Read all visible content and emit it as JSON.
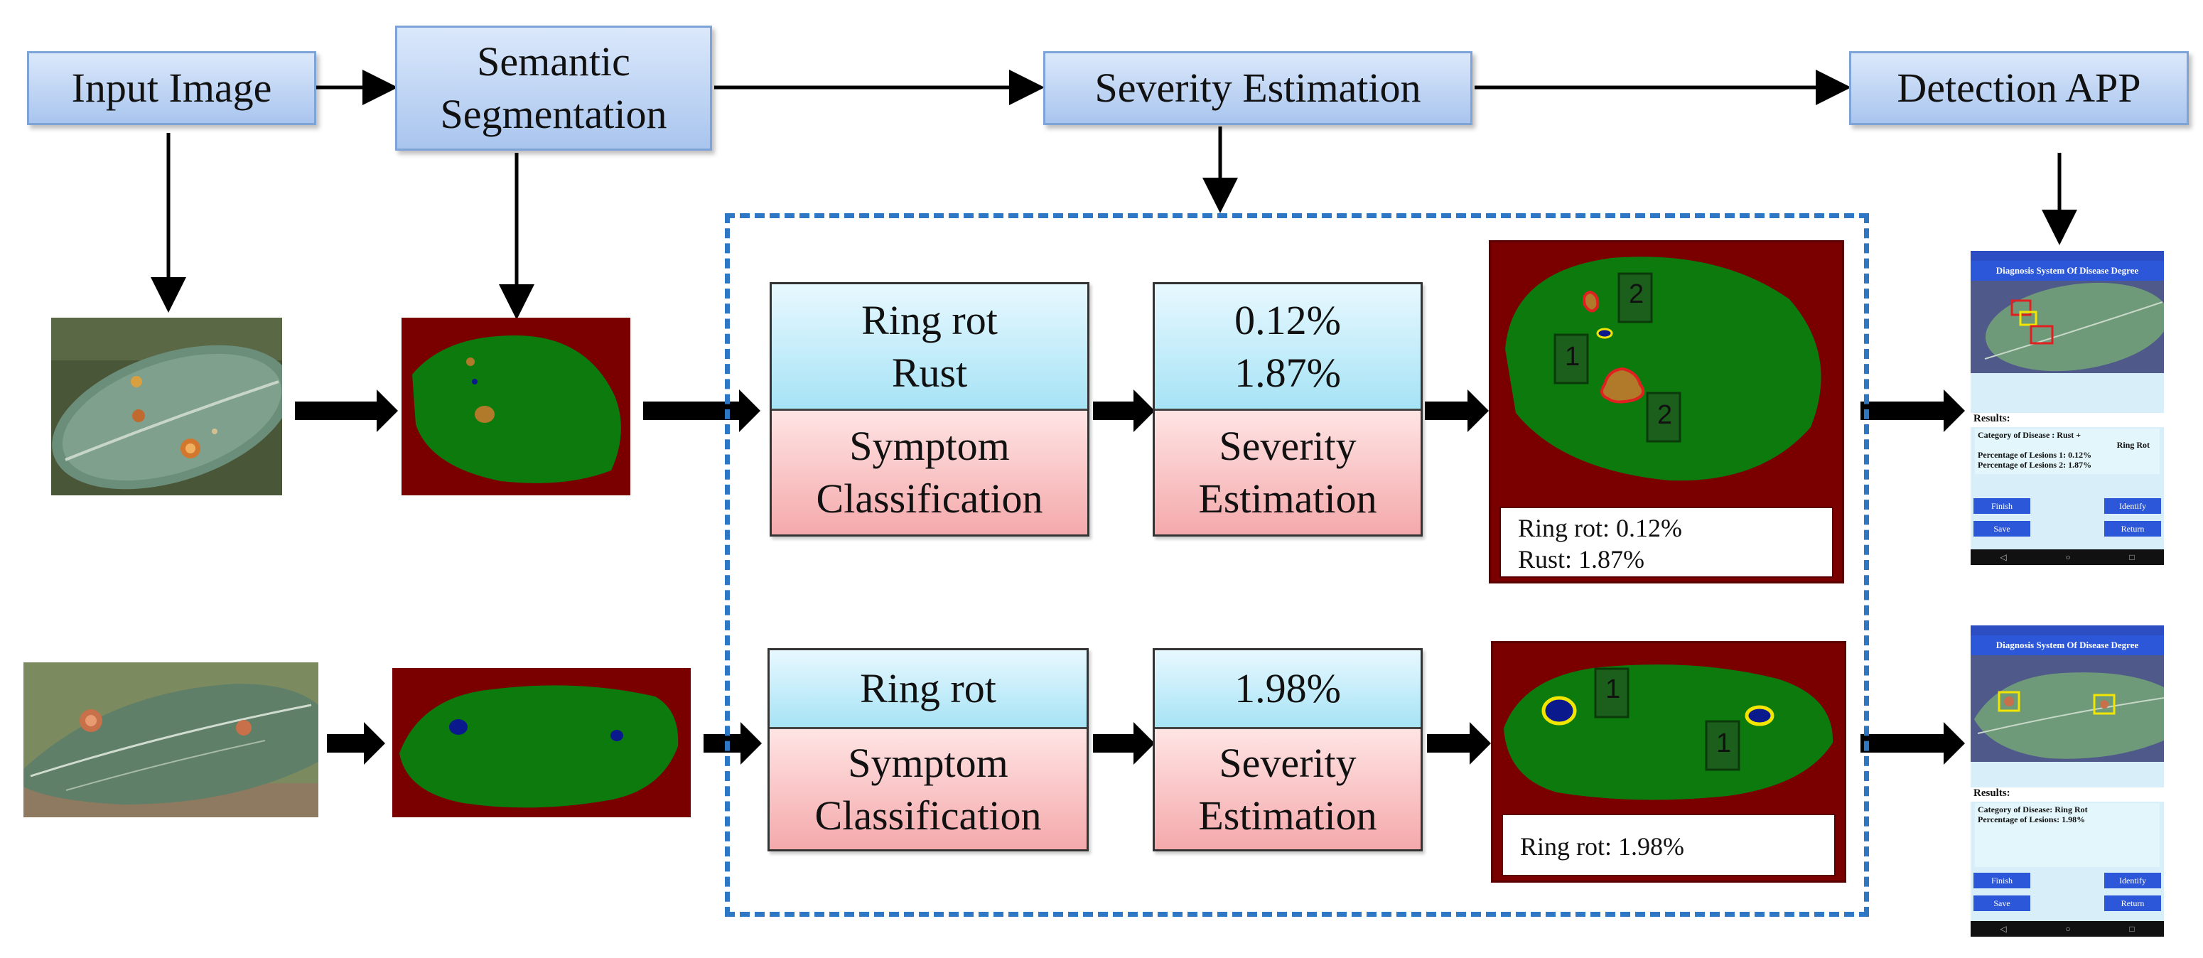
{
  "pipeline": {
    "input_image": "Input Image",
    "semantic_segmentation": [
      "Semantic",
      "Segmentation"
    ],
    "severity_estimation": "Severity Estimation",
    "detection_app": "Detection APP"
  },
  "rows": [
    {
      "symptoms": [
        "Ring rot",
        "Rust"
      ],
      "symptom_label": [
        "Symptom",
        "Classification"
      ],
      "percentages": [
        "0.12%",
        "1.87%"
      ],
      "severity_label": [
        "Severity",
        "Estimation"
      ],
      "result_lines": [
        "Ring rot: 0.12%",
        "Rust: 1.87%"
      ],
      "markers": [
        "2",
        "1",
        "2"
      ],
      "app": {
        "title": "Diagnosis System Of Disease Degree",
        "results_heading": "Results:",
        "results_lines": [
          "Category of Disease : Rust +",
          "Ring Rot",
          "Percentage of Lesions 1: 0.12%",
          "Percentage of Lesions 2: 1.87%"
        ],
        "buttons": [
          "Finish",
          "Identify",
          "Save",
          "Return"
        ]
      }
    },
    {
      "symptoms": [
        "Ring rot"
      ],
      "symptom_label": [
        "Symptom",
        "Classification"
      ],
      "percentages": [
        "1.98%"
      ],
      "severity_label": [
        "Severity",
        "Estimation"
      ],
      "result_lines": [
        "Ring rot: 1.98%"
      ],
      "markers": [
        "1",
        "1"
      ],
      "app": {
        "title": "Diagnosis System Of Disease Degree",
        "results_heading": "Results:",
        "results_lines": [
          "Category of Disease: Ring Rot",
          "Percentage of Lesions: 1.98%"
        ],
        "buttons": [
          "Finish",
          "Identify",
          "Save",
          "Return"
        ]
      }
    }
  ],
  "colors": {
    "background_class": "#7a0000",
    "leaf_class": "#0d7a0d",
    "rust_lesion": "#b07a2a",
    "ring_rot_lesion": "#0a1a8c",
    "box_border_rust": "#e02020",
    "box_border_ring_rot": "#f2e600",
    "dashed_border": "#2e77c4"
  },
  "icons": {
    "nav": [
      "◁",
      "○",
      "□"
    ]
  }
}
